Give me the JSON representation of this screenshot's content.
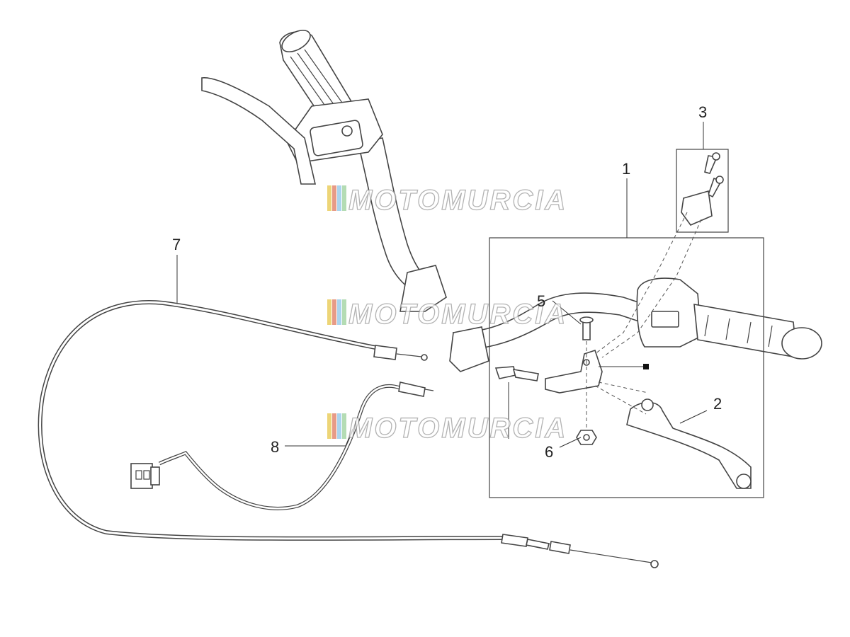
{
  "callouts": [
    {
      "id": "1",
      "text": "1"
    },
    {
      "id": "2",
      "text": "2"
    },
    {
      "id": "3",
      "text": "3"
    },
    {
      "id": "5",
      "text": "5"
    },
    {
      "id": "6",
      "text": "6"
    },
    {
      "id": "7",
      "text": "7"
    },
    {
      "id": "8",
      "text": "8"
    }
  ],
  "watermark": {
    "text": "MOTOMURCIA",
    "stripe_colors": [
      "#e8c84a",
      "#e07a5f",
      "#8fc6e8",
      "#9bd19b"
    ]
  },
  "colors": {
    "line": "#444444",
    "background": "#ffffff"
  }
}
